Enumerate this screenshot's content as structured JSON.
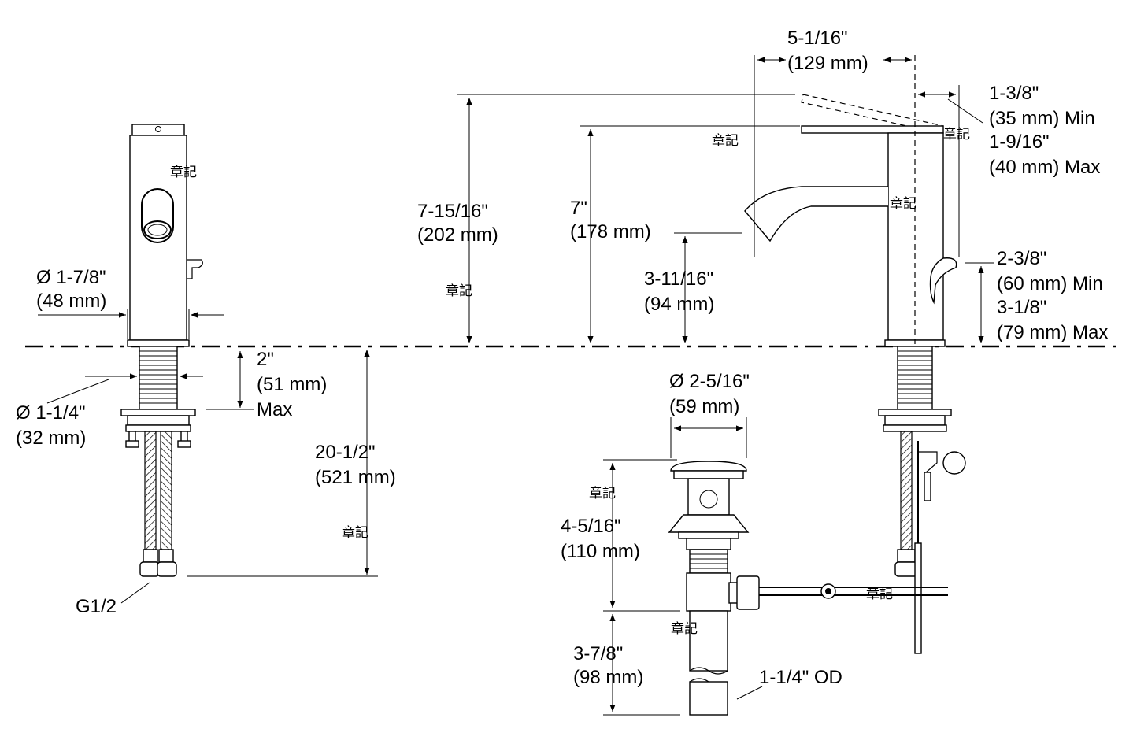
{
  "colors": {
    "ink": "#000000",
    "paper": "#ffffff"
  },
  "marks": [
    "章記",
    "章記",
    "章記",
    "章記",
    "章記",
    "章記",
    "章記",
    "章記",
    "章記"
  ],
  "left_view": {
    "body_diameter": {
      "imperial": "Ø 1-7/8\"",
      "metric": "(48 mm)"
    },
    "shank_diameter": {
      "imperial": "Ø 1-1/4\"",
      "metric": "(32 mm)"
    },
    "deck_thickness": {
      "imperial": "2\"",
      "metric": "(51 mm)",
      "note": "Max"
    },
    "supply_length": {
      "imperial": "20-1/2\"",
      "metric": "(521 mm)"
    },
    "connection": "G1/2"
  },
  "right_view": {
    "overall_height": {
      "imperial": "7-15/16\"",
      "metric": "(202 mm)"
    },
    "spout_height": {
      "imperial": "7\"",
      "metric": "(178 mm)"
    },
    "outlet_height": {
      "imperial": "3-11/16\"",
      "metric": "(94 mm)"
    },
    "spout_reach": {
      "imperial": "5-1/16\"",
      "metric": "(129 mm)"
    },
    "handle_offset": {
      "min_imperial": "1-3/8\"",
      "min_metric": "(35 mm) Min",
      "max_imperial": "1-9/16\"",
      "max_metric": "(40 mm) Max"
    },
    "lever_height": {
      "min_imperial": "2-3/8\"",
      "min_metric": "(60 mm) Min",
      "max_imperial": "3-1/8\"",
      "max_metric": "(79 mm) Max"
    }
  },
  "drain": {
    "flange_diameter": {
      "imperial": "Ø 2-5/16\"",
      "metric": "(59 mm)"
    },
    "body_height": {
      "imperial": "4-5/16\"",
      "metric": "(110 mm)"
    },
    "tail_length": {
      "imperial": "3-7/8\"",
      "metric": "(98 mm)"
    },
    "tailpiece": "1-1/4\" OD"
  }
}
